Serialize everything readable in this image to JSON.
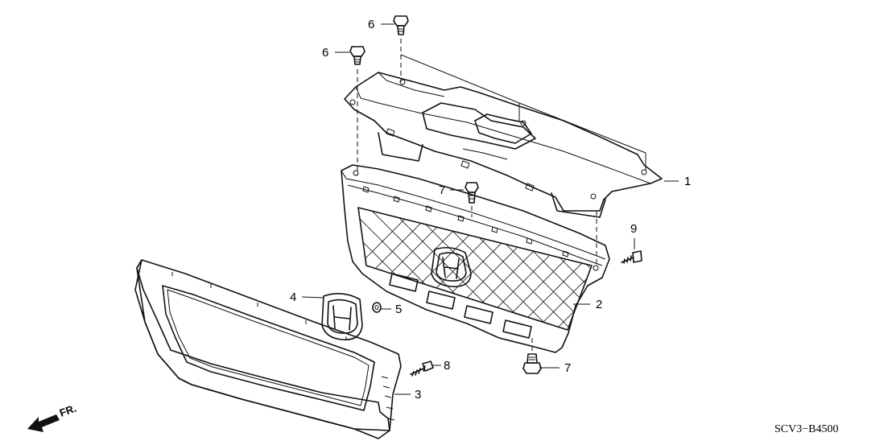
{
  "callouts": {
    "c1": "1",
    "c2": "2",
    "c3": "3",
    "c4": "4",
    "c5": "5",
    "c6a": "6",
    "c6b": "6",
    "c7a": "7",
    "c7b": "7",
    "c8": "8",
    "c9": "9"
  },
  "front_label": "FR.",
  "diagram_code": "SCV3−B4500"
}
